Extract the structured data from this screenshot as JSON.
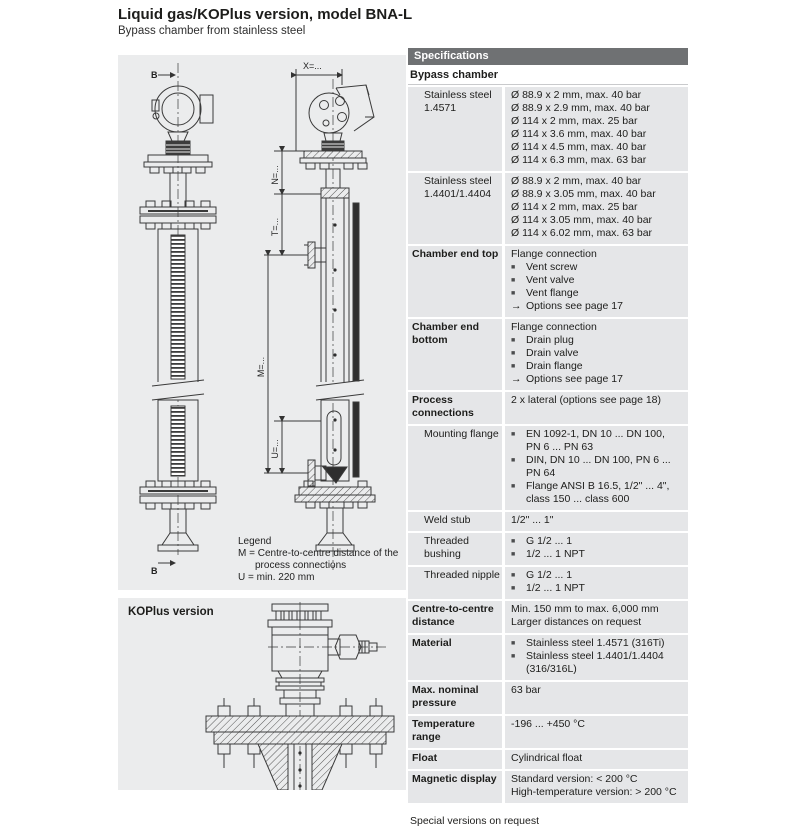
{
  "page": {
    "title": "Liquid gas/KOPlus version, model BNA-L",
    "subtitle": "Bypass chamber from stainless steel",
    "note": "Special versions on request"
  },
  "drawing": {
    "dims": {
      "b_top": "B",
      "b_bottom": "B",
      "x": "X=...",
      "n": "N=...",
      "t": "T=...",
      "m": "M=...",
      "u": "U=..."
    },
    "legend": {
      "title": "Legend",
      "m_line1": "M = Centre-to-centre distance of the",
      "m_line2": "process connections",
      "u_line": "U = min. 220 mm"
    }
  },
  "koplus": {
    "label": "KOPlus version"
  },
  "colors": {
    "header_bg": "#6f7173",
    "row_bg": "#e5e6e8",
    "panel_bg": "#ebeced",
    "line": "#3a3a3a"
  },
  "table": {
    "header": "Specifications",
    "section": "Bypass chamber",
    "rows": [
      {
        "label": "Stainless steel 1.4571",
        "bold": false,
        "indent": true,
        "lines": [
          {
            "t": "Ø 88.9 x 2 mm, max. 40 bar"
          },
          {
            "t": "Ø 88.9 x 2.9 mm, max. 40 bar"
          },
          {
            "t": "Ø 114 x 2 mm, max. 25 bar"
          },
          {
            "t": "Ø 114 x 3.6 mm, max. 40 bar"
          },
          {
            "t": "Ø 114 x 4.5 mm, max. 40 bar"
          },
          {
            "t": "Ø 114 x 6.3 mm, max. 63 bar"
          }
        ]
      },
      {
        "label": "Stainless steel 1.4401/1.4404",
        "bold": false,
        "indent": true,
        "lines": [
          {
            "t": "Ø 88.9 x 2 mm, max. 40 bar"
          },
          {
            "t": "Ø 88.9 x 3.05 mm, max. 40 bar"
          },
          {
            "t": "Ø 114 x 2 mm, max. 25 bar"
          },
          {
            "t": "Ø 114 x 3.05 mm, max. 40 bar"
          },
          {
            "t": "Ø 114 x 6.02 mm, max. 63 bar"
          }
        ]
      },
      {
        "label": "Chamber end top",
        "bold": true,
        "indent": false,
        "lines": [
          {
            "t": "Flange connection"
          },
          {
            "p": "■",
            "t": "Vent screw"
          },
          {
            "p": "■",
            "t": "Vent valve"
          },
          {
            "p": "■",
            "t": "Vent flange"
          },
          {
            "p": "→",
            "t": "Options see page 17"
          }
        ]
      },
      {
        "label": "Chamber end bottom",
        "bold": true,
        "indent": false,
        "lines": [
          {
            "t": "Flange connection"
          },
          {
            "p": "■",
            "t": "Drain plug"
          },
          {
            "p": "■",
            "t": "Drain valve"
          },
          {
            "p": "■",
            "t": "Drain flange"
          },
          {
            "p": "→",
            "t": "Options see page 17"
          }
        ]
      },
      {
        "label": "Process connections",
        "bold": true,
        "indent": false,
        "lines": [
          {
            "t": "2 x lateral (options see page 18)"
          }
        ]
      },
      {
        "label": "Mounting flange",
        "bold": false,
        "indent": true,
        "lines": [
          {
            "p": "■",
            "t": "EN 1092-1, DN 10 ... DN 100,"
          },
          {
            "t": "PN 6 ... PN 63",
            "cont": true
          },
          {
            "p": "■",
            "t": "DIN, DN 10 ... DN 100, PN 6 ... PN 64"
          },
          {
            "p": "■",
            "t": "Flange ANSI B 16.5, 1/2\" ... 4\","
          },
          {
            "t": "class 150 ... class 600",
            "cont": true
          }
        ]
      },
      {
        "label": "Weld stub",
        "bold": false,
        "indent": true,
        "lines": [
          {
            "t": "1/2\" ... 1\""
          }
        ]
      },
      {
        "label": "Threaded bushing",
        "bold": false,
        "indent": true,
        "lines": [
          {
            "p": "■",
            "t": "G 1/2 ... 1"
          },
          {
            "p": "■",
            "t": "1/2 ... 1 NPT"
          }
        ]
      },
      {
        "label": "Threaded nipple",
        "bold": false,
        "indent": true,
        "lines": [
          {
            "p": "■",
            "t": "G 1/2 ... 1"
          },
          {
            "p": "■",
            "t": "1/2 ... 1 NPT"
          }
        ]
      },
      {
        "label": "Centre-to-centre distance",
        "bold": true,
        "indent": false,
        "lines": [
          {
            "t": "Min. 150 mm to max. 6,000 mm"
          },
          {
            "t": "Larger distances on request"
          }
        ]
      },
      {
        "label": "Material",
        "bold": true,
        "indent": false,
        "lines": [
          {
            "p": "■",
            "t": "Stainless steel 1.4571 (316Ti)"
          },
          {
            "p": "■",
            "t": "Stainless steel 1.4401/1.4404"
          },
          {
            "t": "(316/316L)",
            "cont": true
          }
        ]
      },
      {
        "label": "Max. nominal pressure",
        "bold": true,
        "indent": false,
        "lines": [
          {
            "t": "63 bar"
          }
        ]
      },
      {
        "label": "Temperature range",
        "bold": true,
        "indent": false,
        "lines": [
          {
            "t": "-196 ... +450 °C"
          }
        ]
      },
      {
        "label": "Float",
        "bold": true,
        "indent": false,
        "lines": [
          {
            "t": "Cylindrical float"
          }
        ]
      },
      {
        "label": "Magnetic display",
        "bold": true,
        "indent": false,
        "lines": [
          {
            "t": "Standard version: < 200 °C"
          },
          {
            "t": "High-temperature version: > 200 °C"
          }
        ]
      }
    ]
  }
}
